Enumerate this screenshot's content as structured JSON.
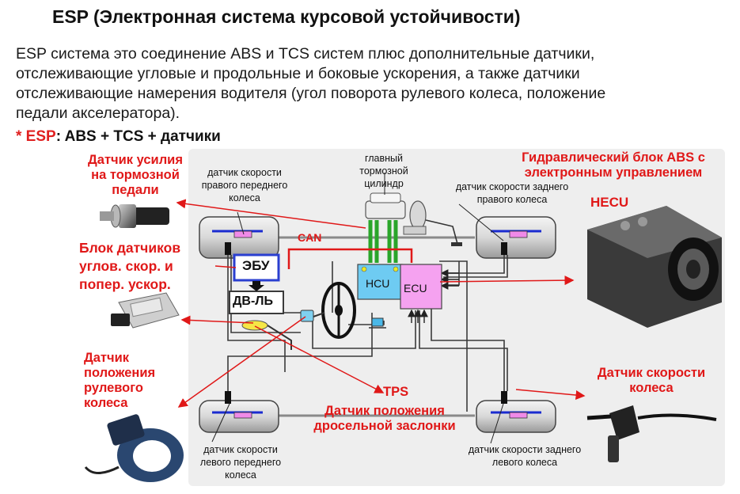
{
  "title": "ESP (Электронная система курсовой устойчивости)",
  "intro": [
    "ESP система это соединение ABS и TCS систем плюс дополнительные датчики,",
    "отслеживающие угловые и продольные и боковые ускорения, а также датчики",
    "отслеживающие намерения водителя (угол поворота рулевого колеса, положение",
    "педали акселератора)."
  ],
  "formula": {
    "star": "* ESP",
    "rest": ": ABS + TCS + датчики"
  },
  "labels": {
    "brake_pedal_sensor": [
      "Датчик усилия",
      "на тормозной",
      "педали"
    ],
    "sensor_block": [
      "Блок датчиков",
      "углов. скор. и",
      "попер. ускор."
    ],
    "steering_sensor": [
      "Датчик",
      "положения",
      "рулевого",
      "колеса"
    ],
    "hydraulic_block": [
      "Гидравлический блок ABS с",
      "электронным управлением"
    ],
    "hecu": "HECU",
    "wheel_speed_sensor": [
      "Датчик скорости",
      "колеса"
    ],
    "tps": "TPS",
    "throttle_sensor": [
      "Датчик положения",
      "дросельной заслонки"
    ],
    "fr_speed": [
      "датчик скорости",
      "правого переднего",
      "колеса"
    ],
    "master_cyl": [
      "главный",
      "тормозной",
      "цилиндр"
    ],
    "rr_speed": [
      "датчик скорости заднего",
      "правого колеса"
    ],
    "fl_speed": [
      "датчик скорости",
      "левого переднего",
      "колеса"
    ],
    "rl_speed": [
      "датчик скорости заднего",
      "левого колеса"
    ],
    "can": "CAN",
    "ecu_box": "ЭБУ",
    "engine_box": "ДВ-ЛЬ",
    "hcu_box": "HCU",
    "ecu_main": "ECU"
  },
  "colors": {
    "red": "#e01818",
    "blue": "#2a3fd0",
    "green": "#2aa52a",
    "cyan": "#7fd0f0",
    "magenta": "#f08ae8"
  }
}
